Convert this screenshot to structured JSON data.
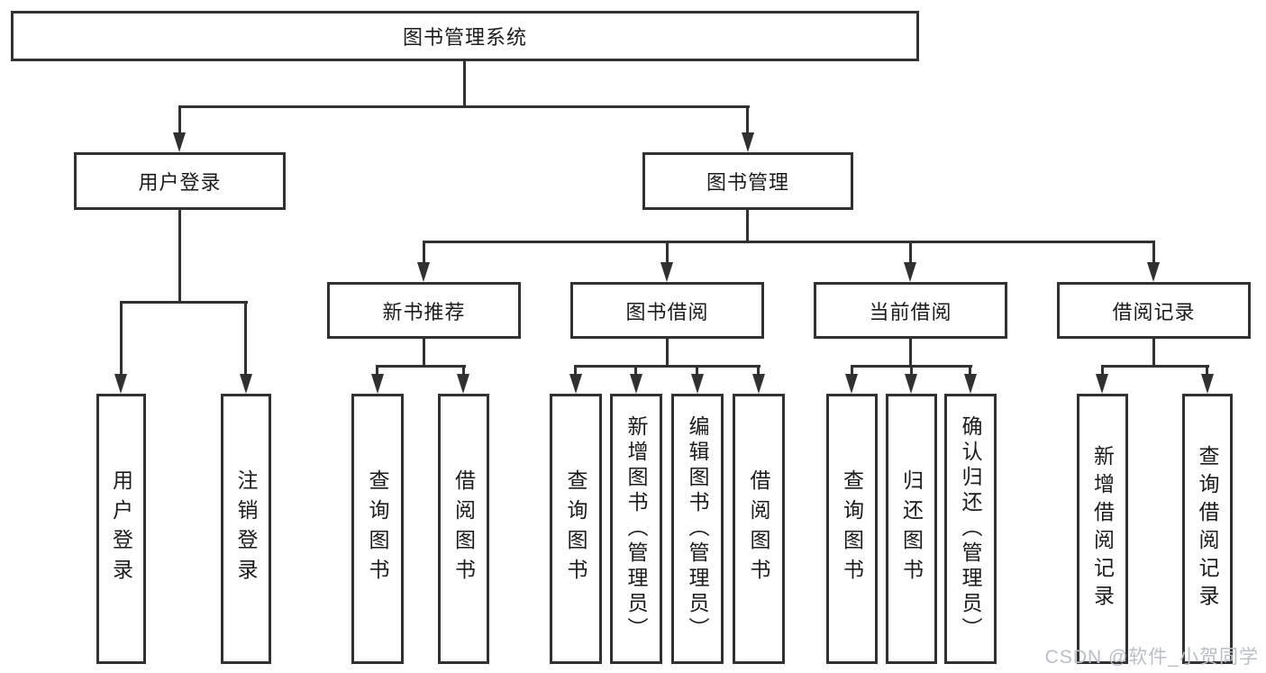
{
  "diagram": {
    "type": "hierarchy",
    "colors": {
      "line": "#313131",
      "text": "#1b1b1b",
      "background": "#ffffff",
      "watermark": "#b9bec7"
    },
    "watermark": "CSDN @软件_小贺同学",
    "nodes": {
      "root": {
        "label": "图书管理系统"
      },
      "user_login": {
        "label": "用户登录"
      },
      "book_mgmt": {
        "label": "图书管理"
      },
      "new_book_rec": {
        "label": "新书推荐"
      },
      "book_borrow": {
        "label": "图书借阅"
      },
      "current_borrow": {
        "label": "当前借阅"
      },
      "borrow_record": {
        "label": "借阅记录"
      },
      "leaf_user_login": {
        "label": "用户登录"
      },
      "leaf_logout": {
        "label": "注销登录"
      },
      "leaf_query_book_1": {
        "label": "查询图书"
      },
      "leaf_borrow_book_1": {
        "label": "借阅图书"
      },
      "leaf_query_book_2": {
        "label": "查询图书"
      },
      "leaf_add_book": {
        "label": "新增图书（管理员）"
      },
      "leaf_edit_book": {
        "label": "编辑图书（管理员）"
      },
      "leaf_borrow_book_2": {
        "label": "借阅图书"
      },
      "leaf_query_book_3": {
        "label": "查询图书"
      },
      "leaf_return_book": {
        "label": "归还图书"
      },
      "leaf_confirm_return": {
        "label": "确认归还（管理员）"
      },
      "leaf_add_record": {
        "label": "新增借阅记录"
      },
      "leaf_query_record": {
        "label": "查询借阅记录"
      }
    },
    "edges": [
      "图书管理系统→用户登录",
      "图书管理系统→图书管理",
      "用户登录→用户登录",
      "用户登录→注销登录",
      "图书管理→新书推荐",
      "图书管理→图书借阅",
      "图书管理→当前借阅",
      "图书管理→借阅记录",
      "新书推荐→查询图书",
      "新书推荐→借阅图书",
      "图书借阅→查询图书",
      "图书借阅→新增图书（管理员）",
      "图书借阅→编辑图书（管理员）",
      "图书借阅→借阅图书",
      "当前借阅→查询图书",
      "当前借阅→归还图书",
      "当前借阅→确认归还（管理员）",
      "借阅记录→新增借阅记录",
      "借阅记录→查询借阅记录"
    ]
  }
}
